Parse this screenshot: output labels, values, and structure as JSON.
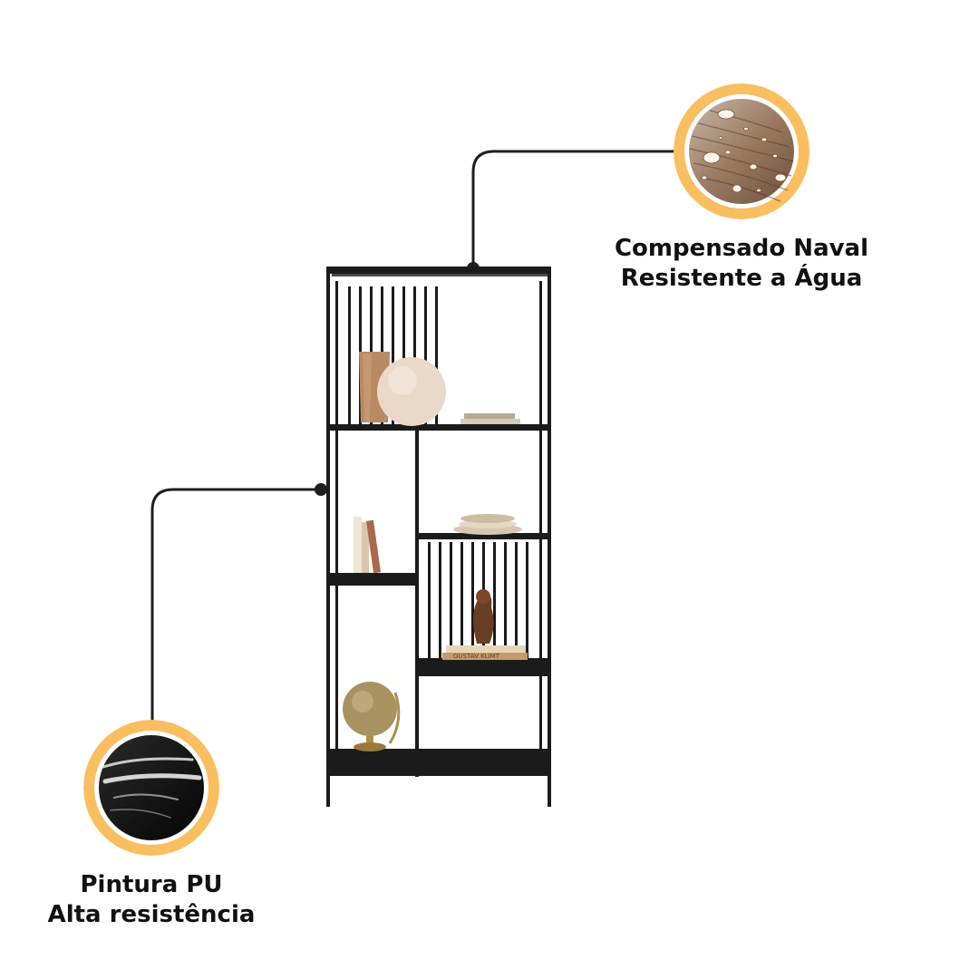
{
  "callouts": {
    "top": {
      "line1": "Compensado Naval",
      "line2": "Resistente a Água",
      "icon": "water-drops-wood-icon",
      "ring_color": "#F9BE5F"
    },
    "bottom": {
      "line1": "Pintura PU",
      "line2": "Alta resistência",
      "icon": "glossy-black-paint-icon",
      "ring_color": "#F9BE5F"
    }
  },
  "product": {
    "book_spine_text": "GUSTAV KLIMT"
  },
  "colors": {
    "frame": "#1b1b1b",
    "leader_line": "#1e1e1e",
    "accent_ring": "#F9BE5F"
  }
}
